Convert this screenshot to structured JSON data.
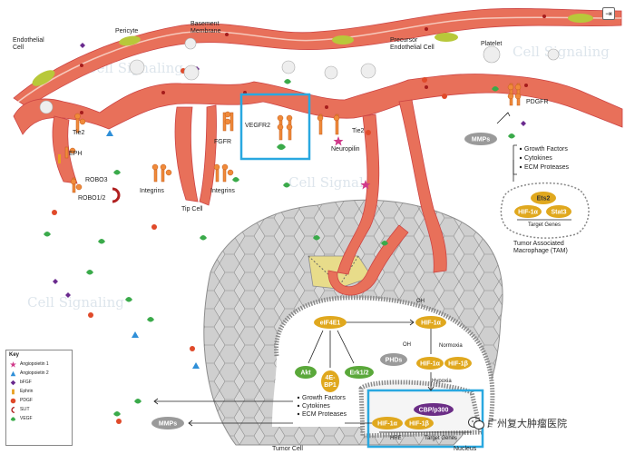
{
  "labels": {
    "endothelial_cell": "Endothelial\nCell",
    "pericyte": "Pericyte",
    "basement_membrane": "Basement\nMembrane",
    "precursor_endothelial_cell": "Precursor\nEndothelial Cell",
    "platelet": "Platelet",
    "pdgfr": "PDGFR",
    "tie2_left": "Tie2",
    "eph": "EPH",
    "robo3": "ROBO3",
    "robo12": "ROBO1/2",
    "integrins_left": "Integrins",
    "integrins_right": "Integrins",
    "tip_cell": "Tip Cell",
    "fgfr": "FGFR",
    "vegfr2": "VEGFR2",
    "tie2_right": "Tie2",
    "neuropilin": "Neuropilin",
    "mmps_top": "MMPs",
    "growth_factors": "Growth Factors",
    "cytokines": "Cytokines",
    "ecm_proteases": "ECM Proteases",
    "ets2": "Ets2",
    "hif1a_tam": "HIF-1α",
    "stat3": "Stat3",
    "target_genes_tam": "Target Genes",
    "tam": "Tumor Associated\nMacrophage (TAM)",
    "eif4e1": "eIF4E1",
    "hif1a_cyt": "HIF-1α",
    "oh_top": "OH",
    "oh_mid": "OH",
    "normoxia": "Normoxia",
    "phds": "PHDs",
    "hif1a_mid": "HIF-1α",
    "hif1b_mid": "HIF-1β",
    "hypoxia": "Hypoxia",
    "akt": "Akt",
    "fourebp1": "4E-\nBP1",
    "erk12": "Erk1/2",
    "growth_factors_nuc": "Growth Factors",
    "cytokines_nuc": "Cytokines",
    "ecm_proteases_nuc": "ECM Proteases",
    "cbp_p300": "CBP/p300",
    "hif1a_nuc": "HIF-1α",
    "hif1b_nuc": "HIF-1β",
    "hre": "HRE",
    "target_genes_nuc": "Target Genes",
    "mmps_bottom": "MMPs",
    "tumor_cell": "Tumor Cell",
    "nucleus": "Nucleus"
  },
  "watermarks": [
    "Cell Signaling",
    "Cell Signal",
    "Cell Signaling",
    "Cell Signaling"
  ],
  "key": {
    "title": "Key",
    "items": [
      {
        "label": "Angiopoietin 1",
        "color": "#d03a8a",
        "shape": "star"
      },
      {
        "label": "Angiopoietin 2",
        "color": "#2f8fd8",
        "shape": "triangle"
      },
      {
        "label": "bFGF",
        "color": "#6a2a8e",
        "shape": "diamond"
      },
      {
        "label": "Ephrin",
        "color": "#e8a020",
        "shape": "bar"
      },
      {
        "label": "PDGF",
        "color": "#e04a2a",
        "shape": "circle"
      },
      {
        "label": "SLIT",
        "color": "#b02020",
        "shape": "arc"
      },
      {
        "label": "VEGF",
        "color": "#3aaa4a",
        "shape": "drop"
      }
    ]
  },
  "watermark_footer": "广州复大肿瘤医院",
  "corner_button": "⇥",
  "colors": {
    "vessel": "#e8705a",
    "vessel_light": "#f4a592",
    "highlight": "#29a8e0",
    "pill_gold": "#e0a81e",
    "pill_green": "#5aa83a",
    "pill_purple": "#6b2d86",
    "pill_gray": "#9a9a9a"
  }
}
